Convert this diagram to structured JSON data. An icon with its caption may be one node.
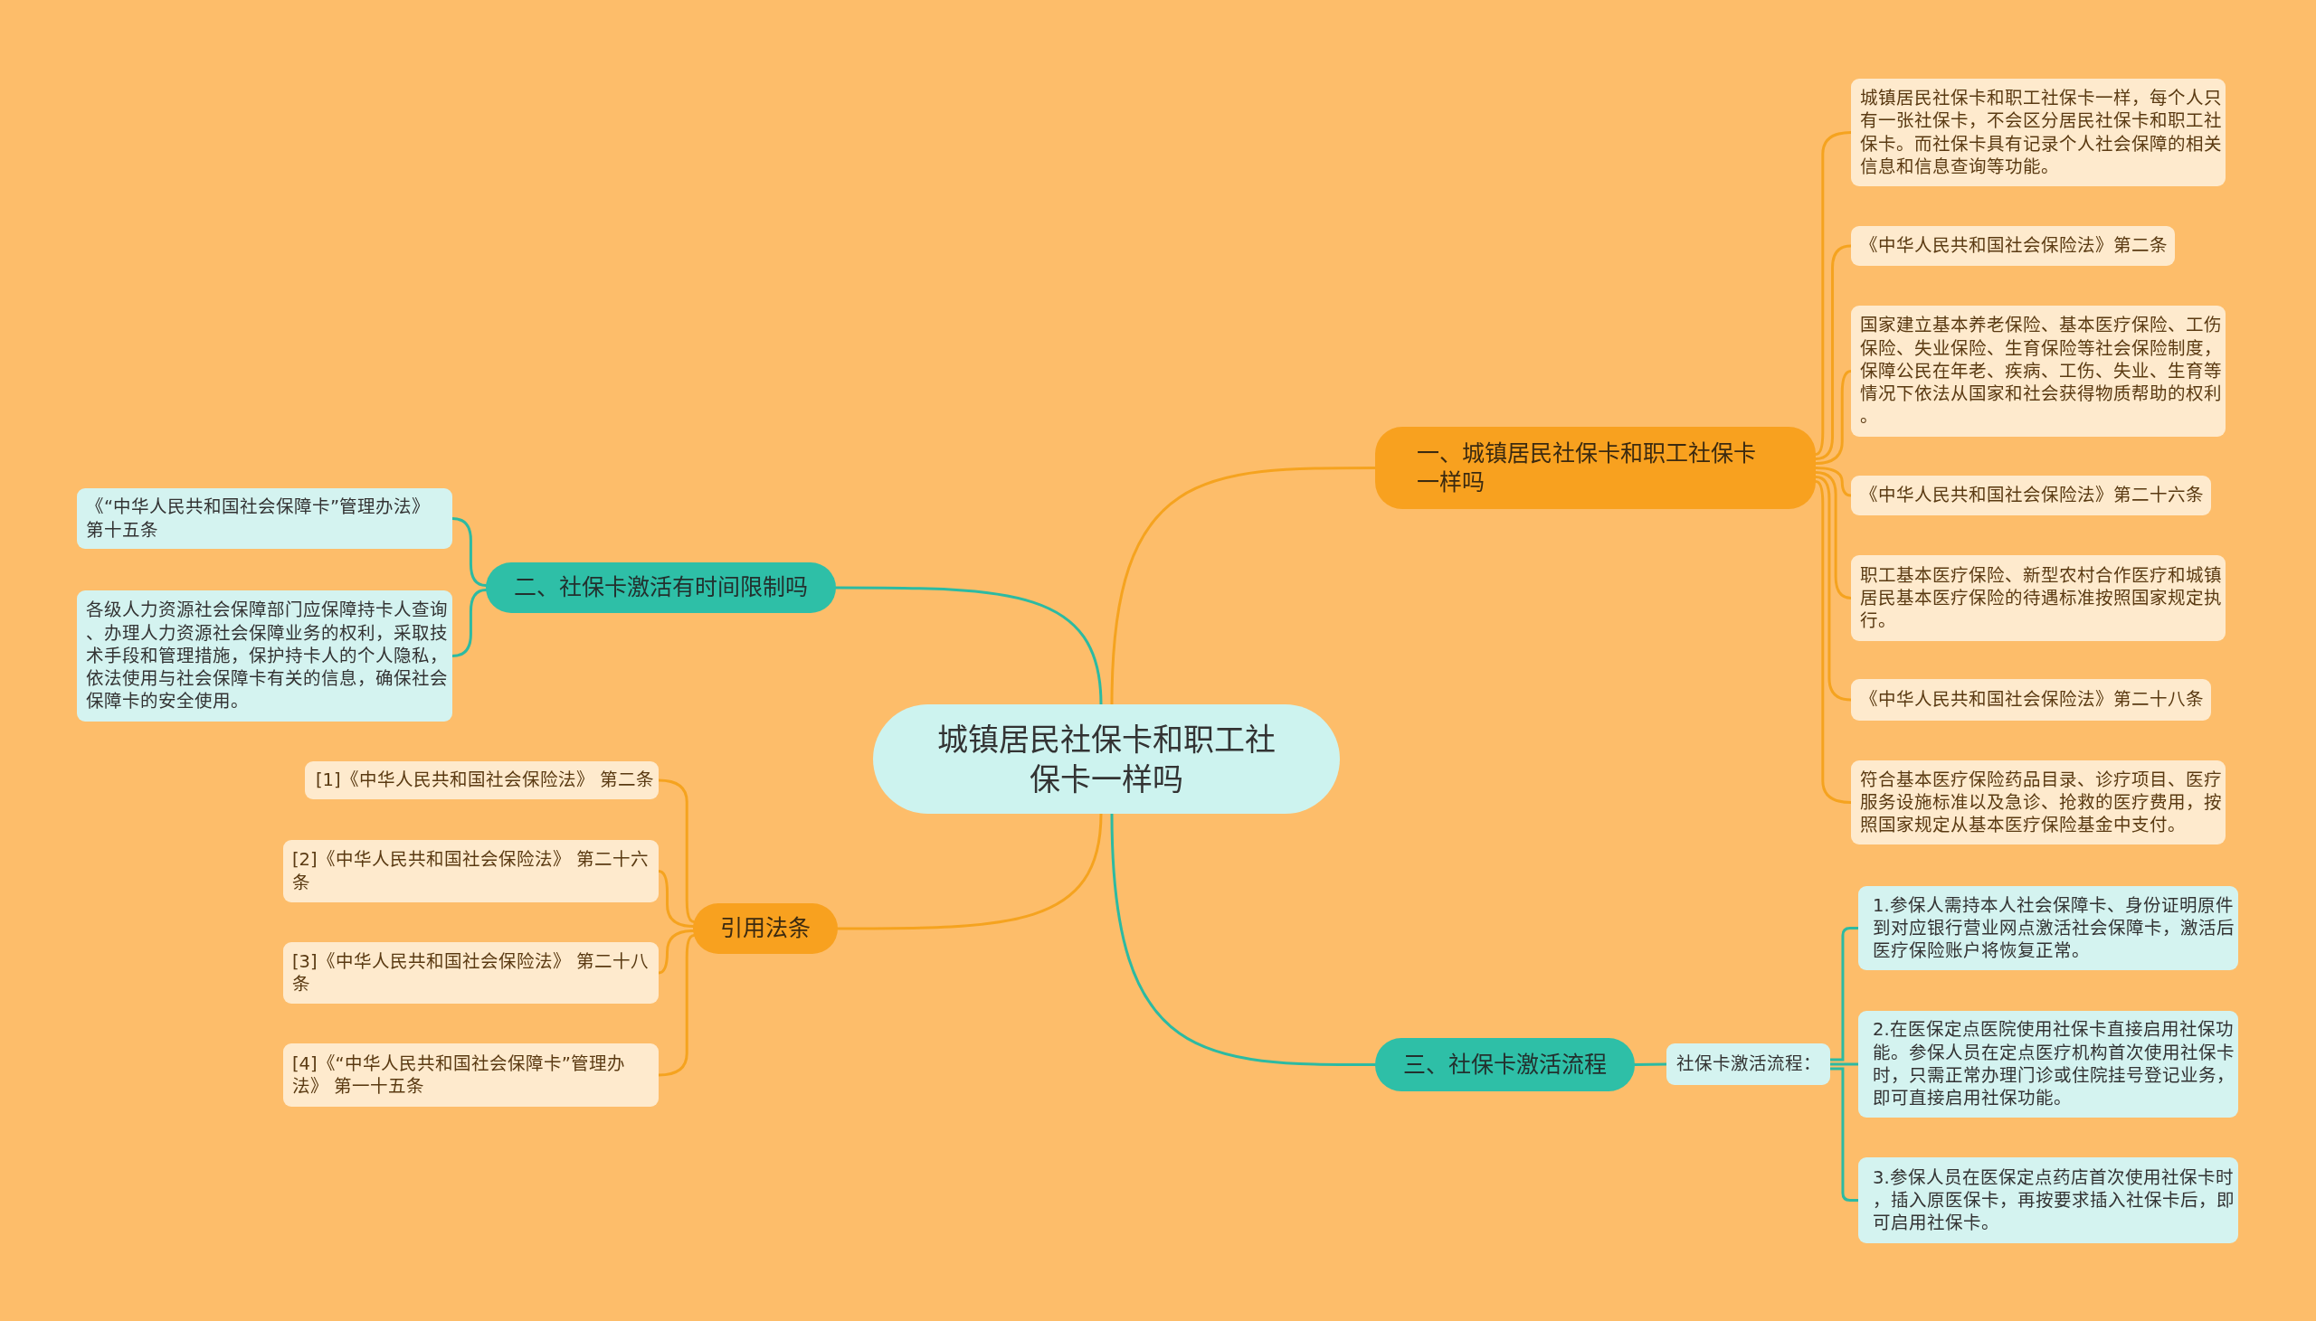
{
  "diagram": {
    "nodes": [
      {
        "text": [
          "城镇居民社保卡和职工社保卡一样吗"
        ]
      },
      {
        "text": [
          "一、城镇居民社保卡和职工社保卡一样吗"
        ]
      },
      {
        "text": [
          "城镇居民社保卡和职工社保卡一样，每个人只有一张社保卡，不会区分居民社保卡和职工社保卡。而社保卡具有记录个人社会保障的相关信息和信息查询等功能。"
        ]
      },
      {
        "text": [
          "《中华人民共和国社会保险法》第二条"
        ]
      },
      {
        "text": [
          "国家建立基本养老保险、基本医疗保险、工伤保险、失业保险、生育保险等社会保险制度，保障公民在年老、疾病、工伤、失业、生育等情况下依法从国家和社会获得物质帮助的权利。"
        ]
      },
      {
        "text": [
          "《中华人民共和国社会保险法》第二十六条"
        ]
      },
      {
        "text": [
          "职工基本医疗保险、新型农村合作医疗和城镇居民基本医疗保险的待遇标准按照国家规定执行。"
        ]
      },
      {
        "text": [
          "《中华人民共和国社会保险法》第二十八条"
        ]
      },
      {
        "text": [
          "符合基本医疗保险药品目录、诊疗项目、医疗服务设施标准以及急诊、抢救的医疗费用，按照国家规定从基本医疗保险基金中支付。"
        ]
      },
      {
        "text": [
          "二、社保卡激活有时间限制吗"
        ]
      },
      {
        "text": [
          "《“中华人民共和国社会保障卡”管理办法》第十五条"
        ]
      },
      {
        "text": [
          "各级人力资源社会保障部门应保障持卡人查询、办理人力资源社会保障业务的权利，采取技术手段和管理措施，保护持卡人的个人隐私，依法使用与社会保障卡有关的信息，确保社会保障卡的安全使用。"
        ]
      },
      {
        "text": [
          "引用法条"
        ]
      },
      {
        "text": [
          "[1]《中华人民共和国社会保险法》 第二条"
        ]
      },
      {
        "text": [
          "[2]《中华人民共和国社会保险法》 第二十六条"
        ]
      },
      {
        "text": [
          "[3]《中华人民共和国社会保险法》 第二十八条"
        ]
      },
      {
        "text": [
          "[4]《“中华人民共和国社会保障卡”管理办法》 第一十五条"
        ]
      },
      {
        "text": [
          "三、社保卡激活流程"
        ]
      },
      {
        "text": [
          "社保卡激活流程："
        ]
      },
      {
        "text": [
          "1.参保人需持本人社会保障卡、身份证明原件到对应银行营业网点激活社会保障卡，激活后医疗保险账户将恢复正常。"
        ]
      },
      {
        "text": [
          "2.在医保定点医院使用社保卡直接启用社保功能。参保人员在定点医疗机构首次使用社保卡时，只需正常办理门诊或住院挂号登记业务，即可直接启用社保功能。"
        ]
      },
      {
        "text": [
          "3.参保人员在医保定点药店首次使用社保卡时，插入原医保卡，再按要求插入社保卡后，即可启用社保卡。"
        ]
      }
    ],
    "edges": [
      {
        "from": 0,
        "to": 1,
        "arrow": "none"
      },
      {
        "from": 1,
        "to": 2,
        "arrow": "none"
      },
      {
        "from": 1,
        "to": 3,
        "arrow": "none"
      },
      {
        "from": 1,
        "to": 4,
        "arrow": "none"
      },
      {
        "from": 1,
        "to": 5,
        "arrow": "none"
      },
      {
        "from": 1,
        "to": 6,
        "arrow": "none"
      },
      {
        "from": 1,
        "to": 7,
        "arrow": "none"
      },
      {
        "from": 1,
        "to": 8,
        "arrow": "none"
      },
      {
        "from": 0,
        "to": 9,
        "arrow": "none",
        "color": "#2cbaa2"
      },
      {
        "from": 9,
        "to": 10,
        "arrow": "none",
        "color": "#2cbaa2"
      },
      {
        "from": 9,
        "to": 11,
        "arrow": "none",
        "color": "#2cbaa2"
      },
      {
        "from": 0,
        "to": 12,
        "arrow": "none"
      },
      {
        "from": 12,
        "to": 13,
        "arrow": "none"
      },
      {
        "from": 12,
        "to": 14,
        "arrow": "none"
      },
      {
        "from": 12,
        "to": 15,
        "arrow": "none"
      },
      {
        "from": 12,
        "to": 16,
        "arrow": "none"
      },
      {
        "from": 0,
        "to": 17,
        "arrow": "none",
        "color": "#2cbaa2"
      },
      {
        "from": 17,
        "to": 18,
        "arrow": "none",
        "color": "#2cbaa2"
      },
      {
        "from": 18,
        "to": 19,
        "arrow": "none",
        "color": "#2cbaa2"
      },
      {
        "from": 18,
        "to": 20,
        "arrow": "none",
        "color": "#2cbaa2"
      },
      {
        "from": 18,
        "to": 21,
        "arrow": "none",
        "color": "#2cbaa2"
      }
    ]
  }
}
